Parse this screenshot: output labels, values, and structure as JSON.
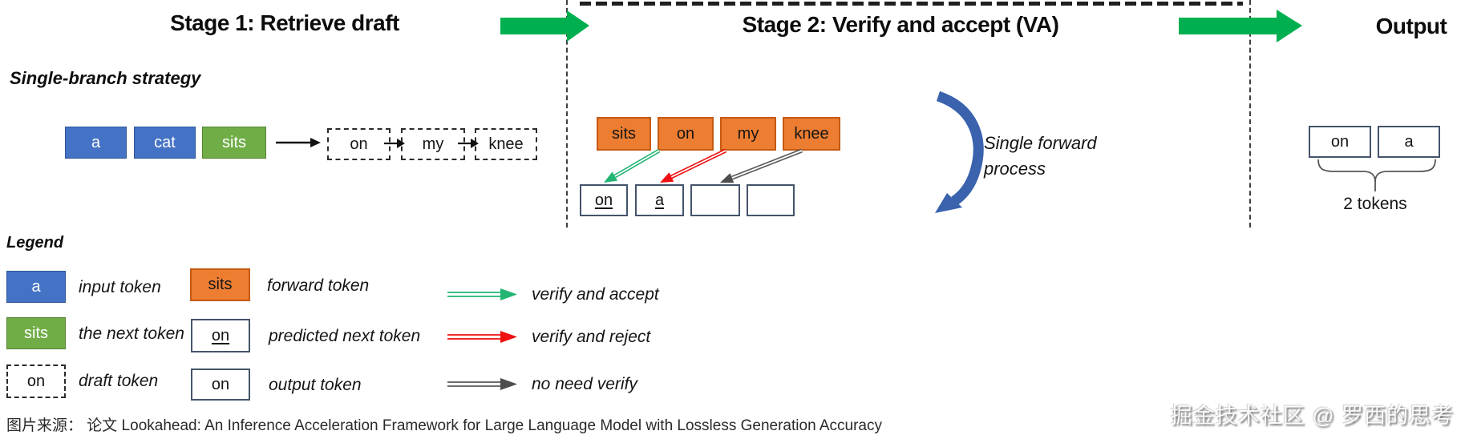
{
  "stage1": {
    "title": "Stage 1: Retrieve draft",
    "strategy_label": "Single-branch strategy",
    "input_tokens": [
      "a",
      "cat"
    ],
    "next_token": "sits",
    "draft_tokens": [
      "on",
      "my",
      "knee"
    ]
  },
  "stage2": {
    "title": "Stage 2: Verify and accept (VA)",
    "forward_tokens": [
      "sits",
      "on",
      "my",
      "knee"
    ],
    "predicted_tokens": [
      "on",
      "a"
    ],
    "process_note_line1": "Single forward",
    "process_note_line2": "process"
  },
  "output": {
    "title": "Output",
    "tokens": [
      "on",
      "a"
    ],
    "count_label": "2 tokens"
  },
  "legend": {
    "title": "Legend",
    "items": [
      {
        "swatch": "a",
        "label": "input token"
      },
      {
        "swatch": "sits",
        "label": "the next token"
      },
      {
        "swatch": "on",
        "label": "draft token"
      },
      {
        "swatch": "sits",
        "label": "forward token"
      },
      {
        "swatch": "on",
        "label": "predicted next token"
      },
      {
        "swatch": "on",
        "label": "output token"
      },
      {
        "label": "verify and accept"
      },
      {
        "label": "verify and reject"
      },
      {
        "label": "no need verify"
      }
    ]
  },
  "caption": "图片来源： 论文 Lookahead: An Inference Acceleration Framework for Large Language Model with Lossless Generation Accuracy",
  "watermark": "掘金技术社区 @ 罗西的思考",
  "colors": {
    "input_token_blue": "#4472C4",
    "next_token_green": "#70AD47",
    "forward_token_orange": "#ED7D31",
    "stage_arrow_green": "#00B050",
    "verify_accept_green": "#22B573",
    "verify_reject_red": "#EE1111",
    "no_need_verify_gray": "#595959",
    "forward_process_blue": "#3A62AD",
    "box_border": "#44546A"
  }
}
